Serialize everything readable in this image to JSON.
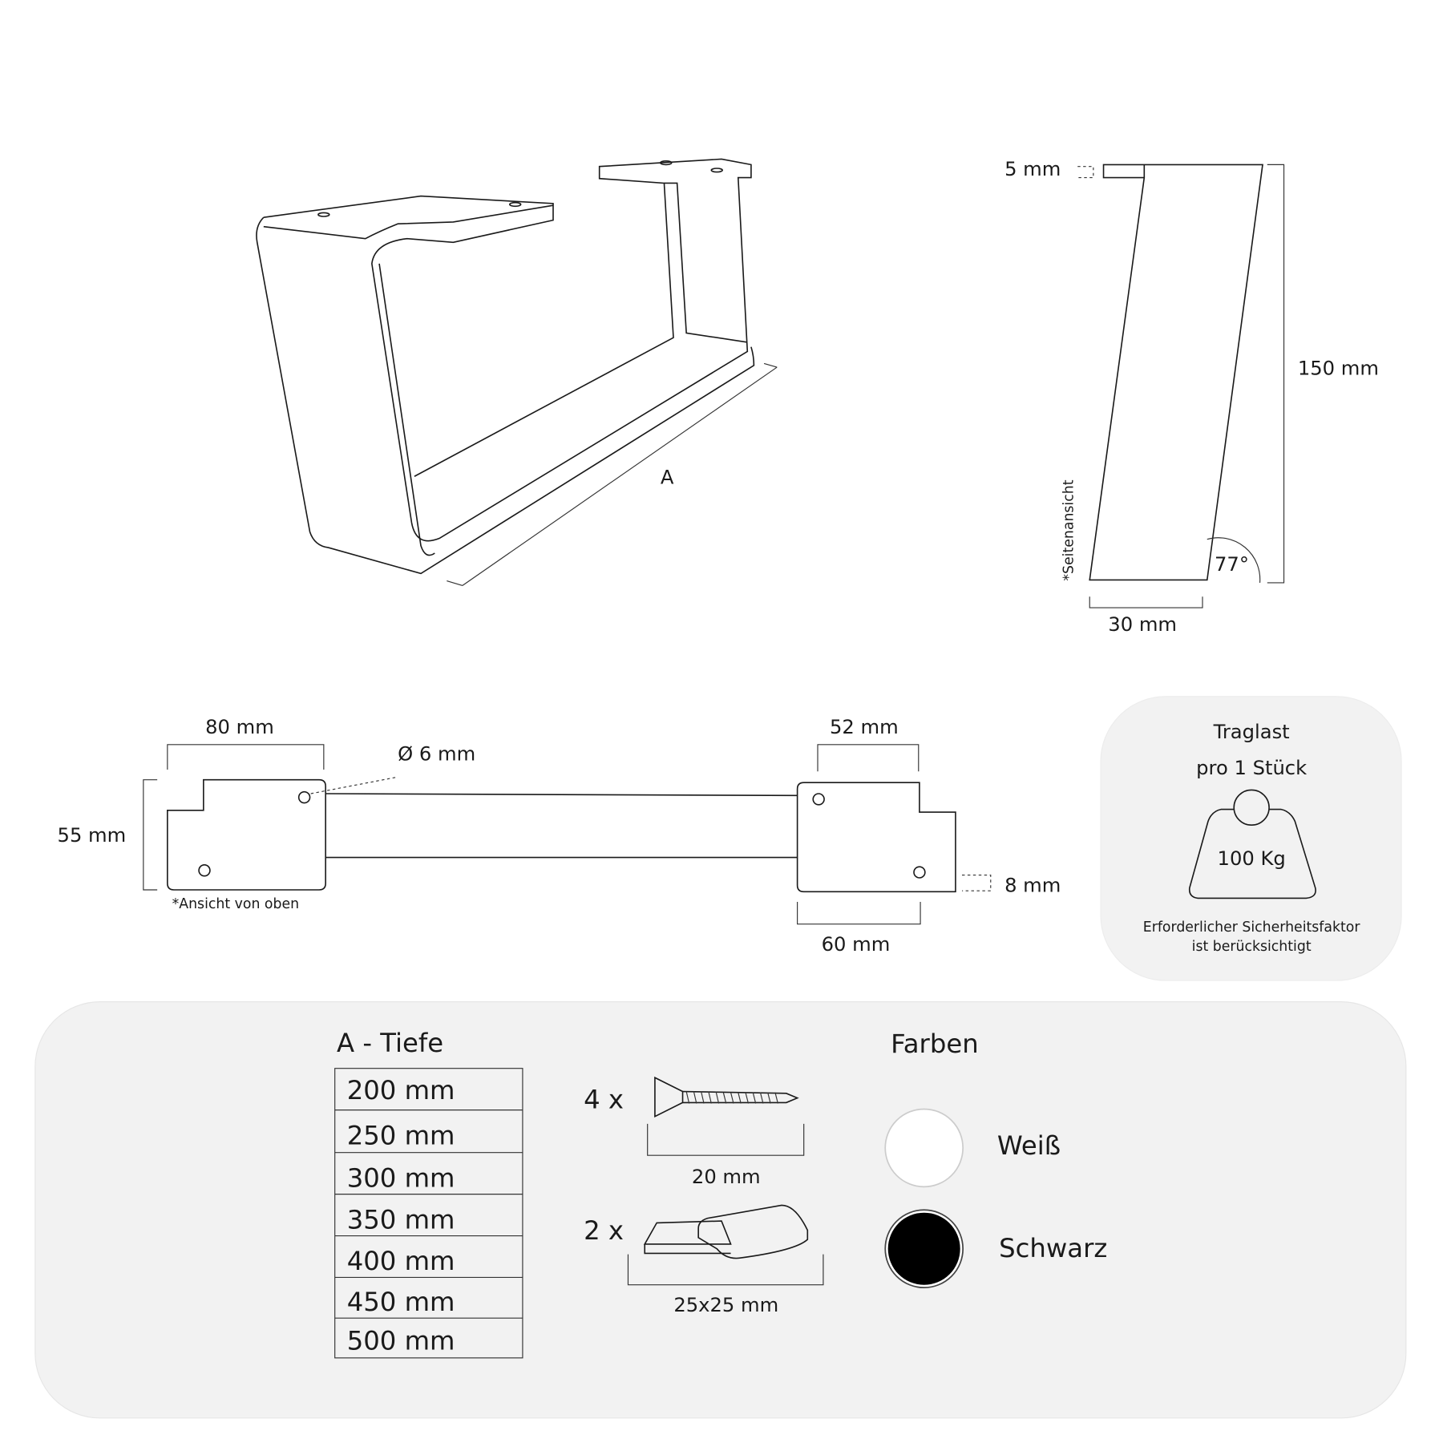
{
  "perspective": {
    "depth_label": "A"
  },
  "side_view": {
    "thickness": "5 mm",
    "height": "150 mm",
    "width": "30 mm",
    "angle": "77°",
    "caption": "*Seitenansicht"
  },
  "top_view": {
    "left_width": "80 mm",
    "hole": "Ø 6 mm",
    "height": "55 mm",
    "caption": "*Ansicht von oben",
    "right_width": "52 mm",
    "offset": "8 mm",
    "bottom_width": "60 mm"
  },
  "load_card": {
    "title_line1": "Traglast",
    "title_line2": "pro 1 Stück",
    "weight": "100 Kg",
    "note_line1": "Erforderlicher Sicherheitsfaktor",
    "note_line2": "ist berücksichtigt"
  },
  "depth_table": {
    "title": "A - Tiefe",
    "rows": [
      "200 mm",
      "250 mm",
      "300 mm",
      "350 mm",
      "400 mm",
      "450 mm",
      "500 mm"
    ]
  },
  "accessories": [
    {
      "qty": "4 x",
      "size": "20 mm",
      "icon": "screw-icon"
    },
    {
      "qty": "2 x",
      "size": "25x25 mm",
      "icon": "felt-pad-icon"
    }
  ],
  "colors": {
    "title": "Farben",
    "options": [
      {
        "label": "Weiß",
        "hex": "#ffffff"
      },
      {
        "label": "Schwarz",
        "hex": "#000000"
      }
    ]
  }
}
